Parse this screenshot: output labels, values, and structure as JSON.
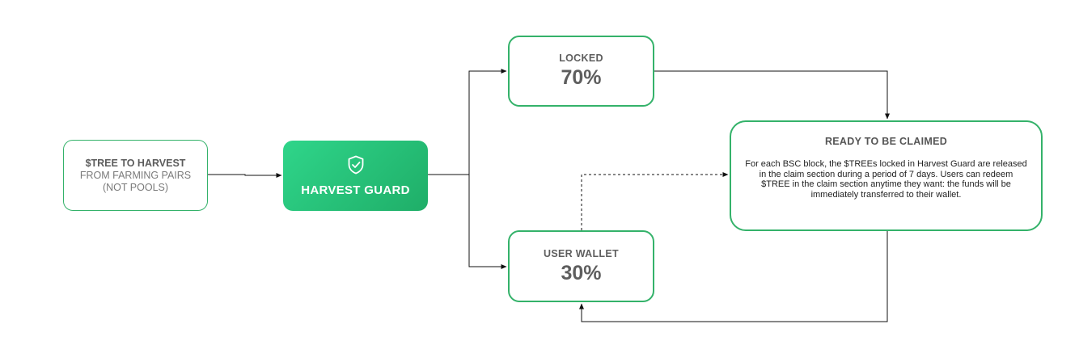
{
  "source": {
    "line1": "$TREE TO HARVEST",
    "line2": "FROM FARMING PAIRS",
    "line3": "(NOT POOLS)"
  },
  "guard": {
    "icon": "shield-check-icon",
    "label": "HARVEST GUARD"
  },
  "locked": {
    "label": "LOCKED",
    "percent": "70%"
  },
  "wallet": {
    "label": "USER WALLET",
    "percent": "30%"
  },
  "ready": {
    "title": "READY TO BE CLAIMED",
    "description": "For each BSC block, the $TREEs locked in Harvest Guard are released in the claim section during a period of 7 days. Users can redeem $TREE in the claim section anytime they want: the funds will be immediately transferred to their wallet."
  },
  "colors": {
    "accent": "#34b26a",
    "gradient_start": "#2fd58a",
    "gradient_end": "#1fae68",
    "text": "#5e5e5e"
  }
}
